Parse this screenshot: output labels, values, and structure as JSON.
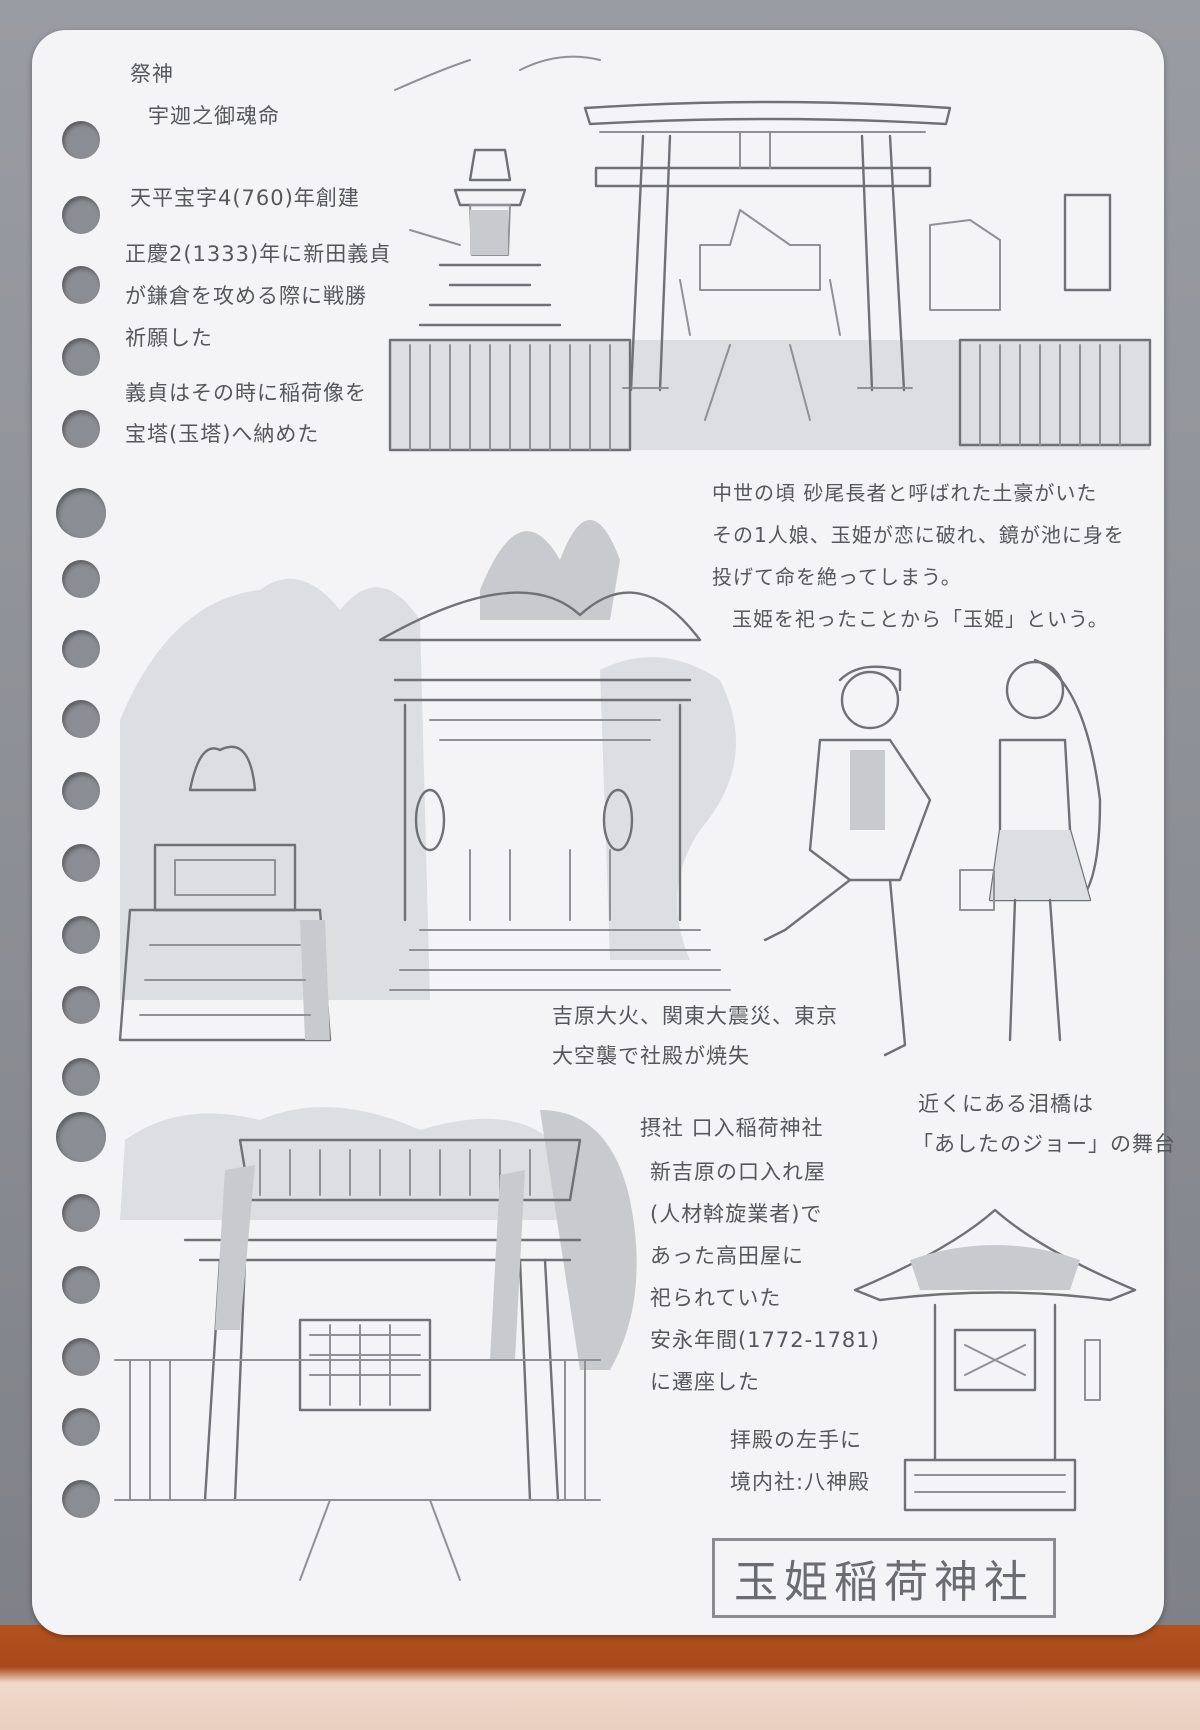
{
  "notes": {
    "deity_label": "祭神",
    "deity_name": "宇迦之御魂命",
    "founded": "天平宝字4(760)年創建",
    "legend_1": [
      "正慶2(1333)年に新田義貞",
      "が鎌倉を攻める際に戦勝",
      "祈願した"
    ],
    "legend_2": [
      "義貞はその時に稲荷像を",
      "宝塔(玉塔)へ納めた"
    ],
    "story": [
      "中世の頃 砂尾長者と呼ばれた土豪がいた",
      "その1人娘、玉姫が恋に破れ、鏡が池に身を",
      "投げて命を絶ってしまう。",
      "玉姫を祀ったことから「玉姫」という。"
    ],
    "fire": [
      "吉原大火、関東大震災、東京",
      "大空襲で社殿が焼失"
    ],
    "bridge": [
      "近くにある泪橋は",
      "「あしたのジョー」の舞台"
    ],
    "subshrine": [
      "摂社 口入稲荷神社",
      "新吉原の口入れ屋",
      "(人材斡旋業者)で",
      "あった高田屋に",
      "祀られていた",
      "安永年間(1772-1781)",
      "に遷座した"
    ],
    "hachijinden": [
      "拝殿の左手に",
      "境内社:八神殿"
    ]
  },
  "title": "玉姫稲荷神社",
  "icons": {
    "torii": "torii-gate-icon",
    "lantern": "stone-lantern-icon",
    "shrine": "shrine-hall-icon",
    "fox": "fox-statue-icon",
    "people": "couple-figures-icon"
  }
}
